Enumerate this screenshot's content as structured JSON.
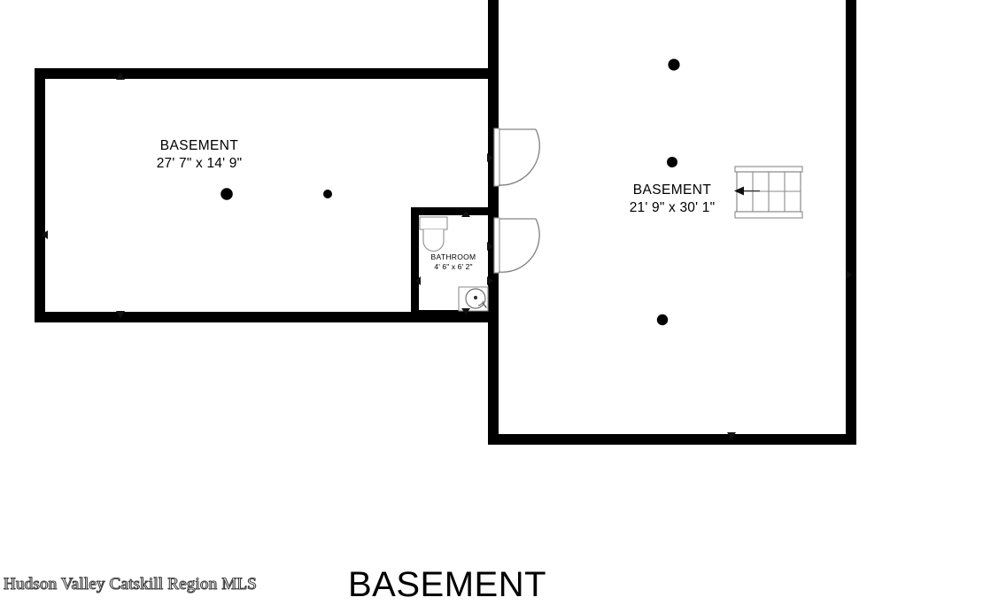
{
  "document": {
    "type": "floor-plan",
    "title": "BASEMENT",
    "watermark": "Hudson Valley Catskill Region MLS",
    "background_color": "#ffffff",
    "wall_color": "#000000",
    "fixture_line_color": "#808080",
    "label_color": "#000000"
  },
  "rooms": [
    {
      "id": "basement-left",
      "name": "BASEMENT",
      "dimensions": "27' 7\" x 14' 9\""
    },
    {
      "id": "basement-right",
      "name": "BASEMENT",
      "dimensions": "21' 9\" x 30' 1\""
    },
    {
      "id": "bathroom",
      "name": "BATHROOM",
      "dimensions": "4' 6\" x 6' 2\""
    }
  ],
  "fixtures": [
    {
      "id": "toilet",
      "icon": "toilet-icon",
      "room": "bathroom"
    },
    {
      "id": "sink",
      "icon": "sink-icon",
      "room": "bathroom"
    },
    {
      "id": "window",
      "icon": "window-icon",
      "room": "basement-right",
      "panes": 4
    },
    {
      "id": "door-upper",
      "icon": "door-swing-icon",
      "room": "basement-right"
    },
    {
      "id": "door-lower",
      "icon": "door-swing-icon",
      "room": "bathroom"
    }
  ],
  "ceiling_lights": [
    {
      "id": "light-left-1",
      "room": "basement-left",
      "size": "large"
    },
    {
      "id": "light-left-2",
      "room": "basement-left",
      "size": "small"
    },
    {
      "id": "light-right-1",
      "room": "basement-right",
      "size": "large"
    },
    {
      "id": "light-right-2",
      "room": "basement-right",
      "size": "medium"
    },
    {
      "id": "light-right-3",
      "room": "basement-right",
      "size": "medium"
    }
  ],
  "dimension_markers": [
    {
      "id": "marker-left-top",
      "direction": "up"
    },
    {
      "id": "marker-left-west",
      "direction": "left"
    },
    {
      "id": "marker-left-bottom",
      "direction": "down"
    },
    {
      "id": "marker-bath-top",
      "direction": "up"
    },
    {
      "id": "marker-bath-west",
      "direction": "left"
    },
    {
      "id": "marker-bath-east",
      "direction": "right"
    },
    {
      "id": "marker-bath-bottom",
      "direction": "down"
    },
    {
      "id": "marker-door-upper-east",
      "direction": "right"
    },
    {
      "id": "marker-door-lower-east",
      "direction": "right"
    },
    {
      "id": "marker-right-east",
      "direction": "right"
    },
    {
      "id": "marker-right-bottom",
      "direction": "down"
    },
    {
      "id": "marker-window",
      "direction": "left"
    }
  ]
}
